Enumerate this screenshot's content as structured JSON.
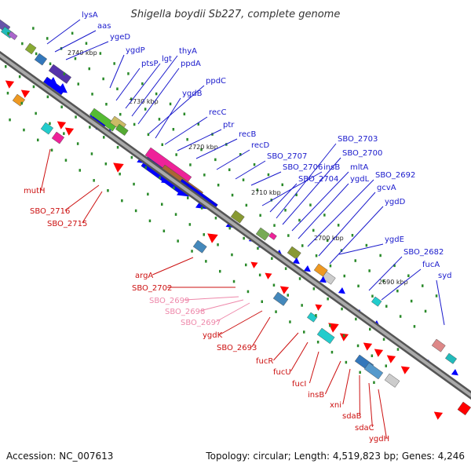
{
  "title": "Shigella boydii Sb227, complete genome",
  "footer": {
    "accession": "Accession: NC_007613",
    "summary": "Topology: circular; Length: 4,519,823 bp; Genes: 4,246"
  },
  "colors": {
    "backbone": "#888888",
    "forward_label": "#1a1acc",
    "reverse_label": "#cc1111",
    "rna_label": "#ee88aa",
    "cds_forward": "#0000ff",
    "cds_reverse": "#ff0000",
    "tick_dots": "#2a8a2a"
  },
  "scale_ticks": [
    "2740 kbp",
    "2730 kbp",
    "2720 kbp",
    "2710 kbp",
    "2700 kbp",
    "2690 kbp"
  ],
  "labels_forward": [
    "lysA",
    "aas",
    "ygeD",
    "ygdP",
    "ptsP",
    "lgt",
    "thyA",
    "ppdA",
    "ppdC",
    "ygdB",
    "recC",
    "ptr",
    "recB",
    "recD",
    "SBO_2707",
    "SBO_2706",
    "insB",
    "SBO_2704",
    "SBO_2703",
    "SBO_2700",
    "mltA",
    "ygdL",
    "SBO_2692",
    "gcvA",
    "ygdD",
    "ygdE",
    "SBO_2682",
    "fucA",
    "syd"
  ],
  "labels_reverse": [
    "mutH",
    "SBO_2716",
    "SBO_2715",
    "argA",
    "SBO_2702",
    "SBO_2699",
    "SBO_2698",
    "SBO_2697",
    "ygdK",
    "SBO_2693",
    "fucR",
    "fucU",
    "fucI",
    "insB",
    "xni",
    "sdaB",
    "sdaC",
    "ygdH"
  ]
}
